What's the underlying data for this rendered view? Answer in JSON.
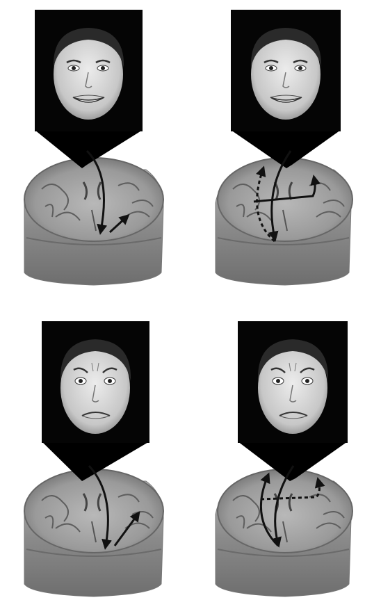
{
  "figure": {
    "panels": [
      {
        "id": "top-left",
        "expression": "happy",
        "pathway": "single"
      },
      {
        "id": "top-right",
        "expression": "happy",
        "pathway": "multiple"
      },
      {
        "id": "bottom-left",
        "expression": "fearful",
        "pathway": "single"
      },
      {
        "id": "bottom-right",
        "expression": "fearful",
        "pathway": "multiple"
      }
    ],
    "colors": {
      "background": "#ffffff",
      "photo_background": "#050505",
      "skin": "#d8d8d8",
      "brain_surface": "#9a9a9a",
      "brain_sulci": "#5e5e5e",
      "skull_block": "#8c8c8c",
      "arrow": "#111111"
    }
  }
}
